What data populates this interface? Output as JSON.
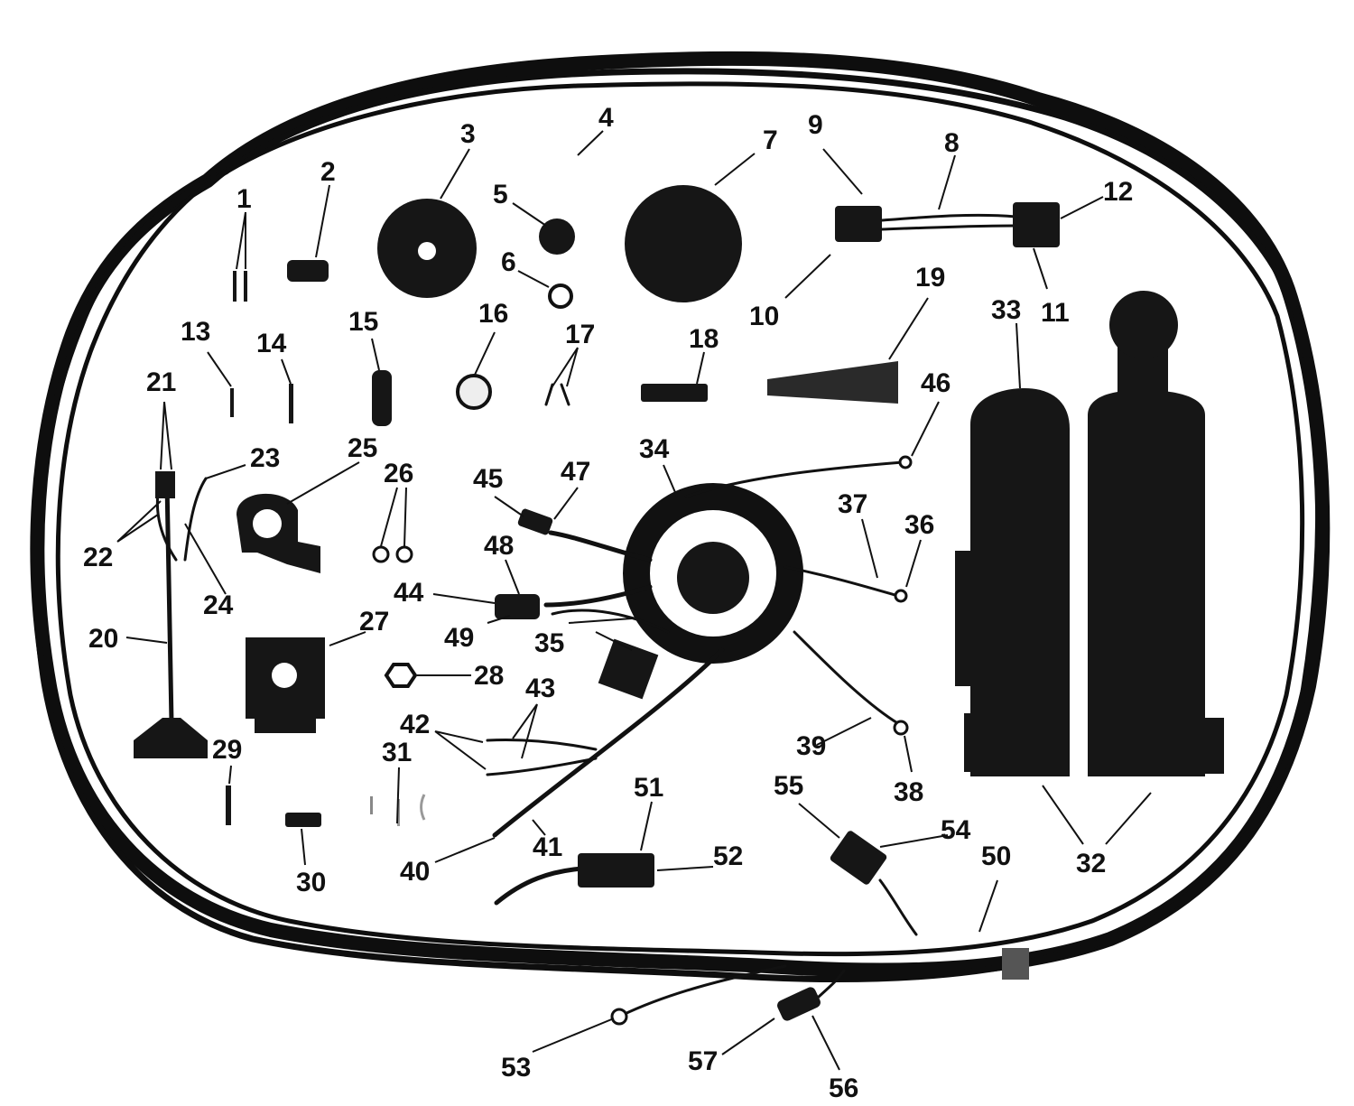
{
  "diagram": {
    "callouts": [
      "1",
      "2",
      "3",
      "4",
      "5",
      "6",
      "7",
      "8",
      "9",
      "10",
      "11",
      "12",
      "13",
      "14",
      "15",
      "16",
      "17",
      "18",
      "19",
      "20",
      "21",
      "22",
      "23",
      "24",
      "25",
      "26",
      "27",
      "28",
      "29",
      "30",
      "31",
      "32",
      "33",
      "34",
      "35",
      "36",
      "37",
      "38",
      "39",
      "40",
      "41",
      "42",
      "43",
      "44",
      "45",
      "46",
      "47",
      "48",
      "49",
      "50",
      "51",
      "52",
      "53",
      "54",
      "55",
      "56",
      "57"
    ]
  },
  "colors": {
    "ink": "#111111",
    "paper": "#ffffff"
  }
}
